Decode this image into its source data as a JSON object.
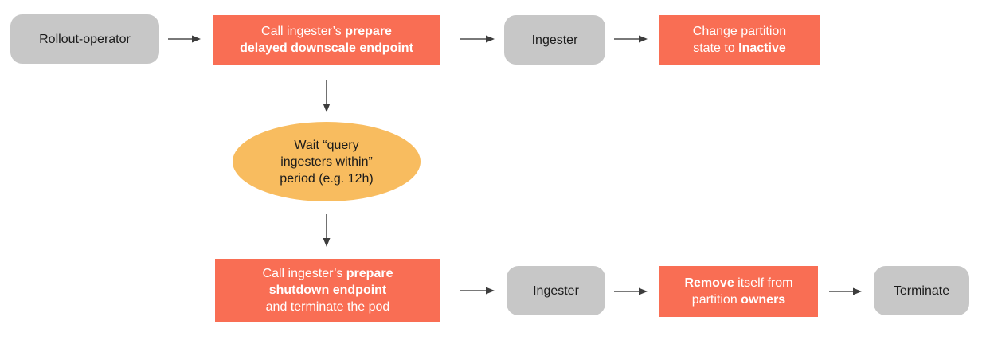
{
  "diagram": {
    "colors": {
      "process_fill": "#f96e54",
      "process_text": "#ffffff",
      "terminal_fill": "#c7c7c7",
      "terminal_text": "#1b1b1b",
      "wait_fill": "#f8bc5f",
      "arrow_line": "#4d4d4d",
      "arrow_head": "#3d3d3d"
    },
    "nodes": {
      "rollout_operator": {
        "label": "Rollout-operator"
      },
      "prepare_delayed": {
        "segments": [
          {
            "t": "Call ingester’s ",
            "b": false
          },
          {
            "t": "prepare",
            "b": true
          },
          {
            "br": true
          },
          {
            "t": "delayed downscale endpoint",
            "b": true
          }
        ]
      },
      "ingester_top": {
        "label": "Ingester"
      },
      "change_partition": {
        "segments": [
          {
            "t": "Change partition",
            "b": false
          },
          {
            "br": true
          },
          {
            "t": "state to ",
            "b": false
          },
          {
            "t": "Inactive",
            "b": true
          }
        ]
      },
      "wait_period": {
        "segments": [
          {
            "t": "Wait “query",
            "b": false
          },
          {
            "br": true
          },
          {
            "t": "ingesters within”",
            "b": false
          },
          {
            "br": true
          },
          {
            "t": "period (e.g. 12h)",
            "b": false
          }
        ]
      },
      "prepare_shutdown": {
        "segments": [
          {
            "t": "Call ingester’s ",
            "b": false
          },
          {
            "t": "prepare",
            "b": true
          },
          {
            "br": true
          },
          {
            "t": "shutdown endpoint",
            "b": true
          },
          {
            "br": true
          },
          {
            "t": "and terminate the pod",
            "b": false
          }
        ]
      },
      "ingester_bottom": {
        "label": "Ingester"
      },
      "remove_owners": {
        "segments": [
          {
            "t": "Remove",
            "b": true
          },
          {
            "t": " itself from",
            "b": false
          },
          {
            "br": true
          },
          {
            "t": "partition ",
            "b": false
          },
          {
            "t": "owners",
            "b": true
          }
        ]
      },
      "terminate": {
        "label": "Terminate"
      }
    }
  }
}
